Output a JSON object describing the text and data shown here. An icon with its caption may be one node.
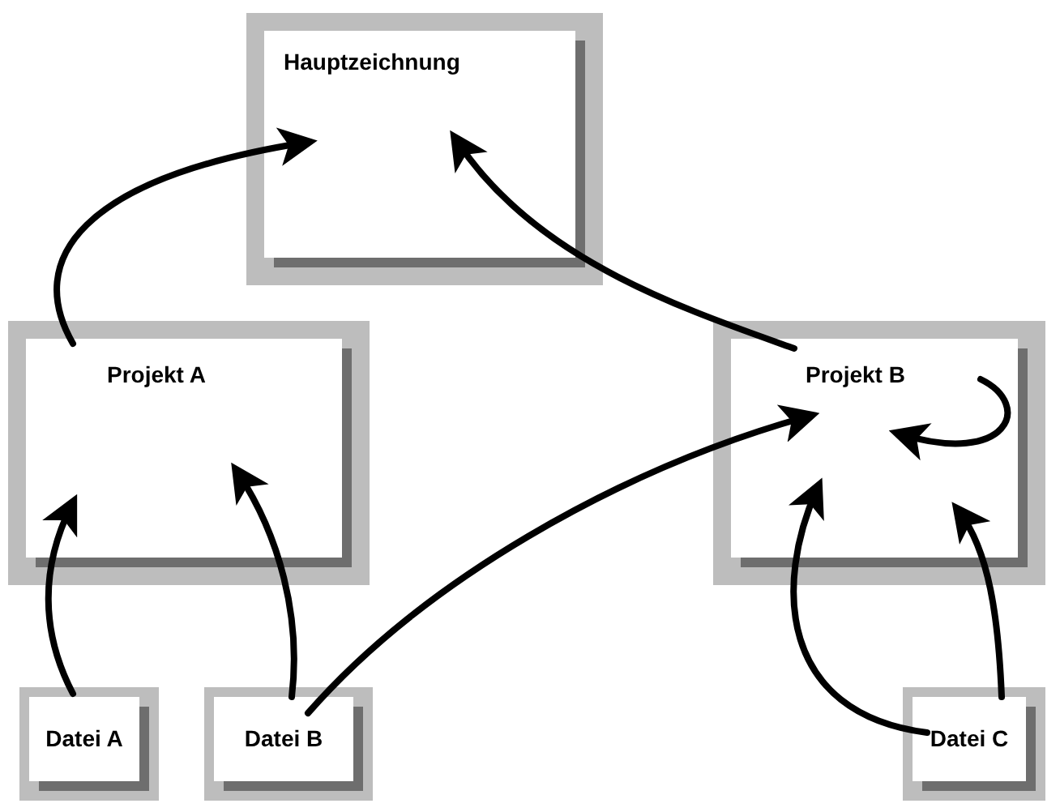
{
  "diagram": {
    "nodes": [
      {
        "text": [
          "Hauptzeichnung"
        ]
      },
      {
        "text": [
          "Projekt A"
        ]
      },
      {
        "text": [
          "Projekt B"
        ]
      },
      {
        "text": [
          "Datei A"
        ]
      },
      {
        "text": [
          "Datei B"
        ]
      },
      {
        "text": [
          "Datei C"
        ]
      }
    ],
    "edges": [
      {
        "from": 1,
        "to": 0,
        "arrow": "to"
      },
      {
        "from": 2,
        "to": 0,
        "arrow": "to"
      },
      {
        "from": 2,
        "to": 2,
        "arrow": "to"
      },
      {
        "from": 3,
        "to": 1,
        "arrow": "to"
      },
      {
        "from": 4,
        "to": 1,
        "arrow": "to"
      },
      {
        "from": 4,
        "to": 2,
        "arrow": "to"
      },
      {
        "from": 5,
        "to": 2,
        "arrow": "to"
      },
      {
        "from": 5,
        "to": 2,
        "arrow": "to"
      }
    ]
  }
}
